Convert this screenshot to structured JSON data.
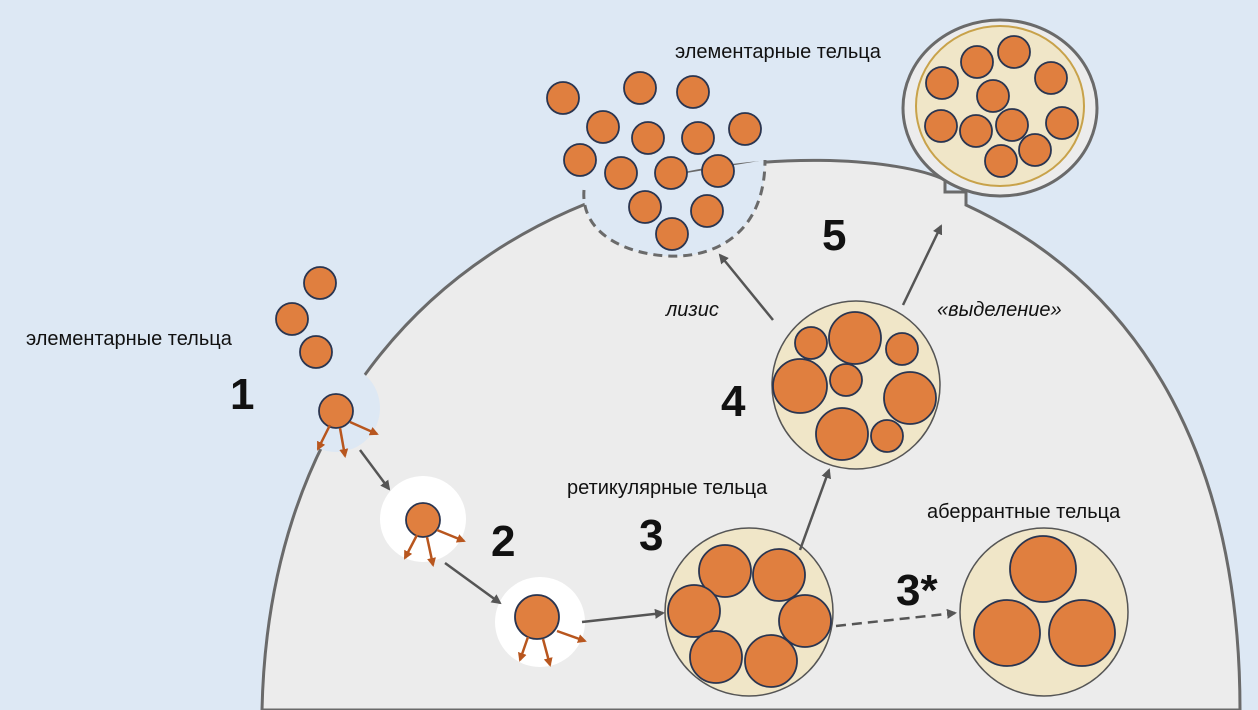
{
  "labels": {
    "eb_top": "элементарные тельца",
    "eb_left": "элементарные тельца",
    "rb": "ретикулярные тельца",
    "ab": "аберрантные тельца",
    "lysis": "лизис",
    "release": "«выделение»"
  },
  "stages": {
    "s1": "1",
    "s2": "2",
    "s3": "3",
    "s3star": "3*",
    "s4": "4",
    "s5": "5"
  },
  "colors": {
    "background": "#dde8f4",
    "cell": "#ececec",
    "body_fill": "#e07f3f",
    "body_stroke": "#2a3550",
    "inclusion_fill": "#f0e6c8",
    "arrow": "#555555",
    "effector_arrow": "#b8561e"
  }
}
